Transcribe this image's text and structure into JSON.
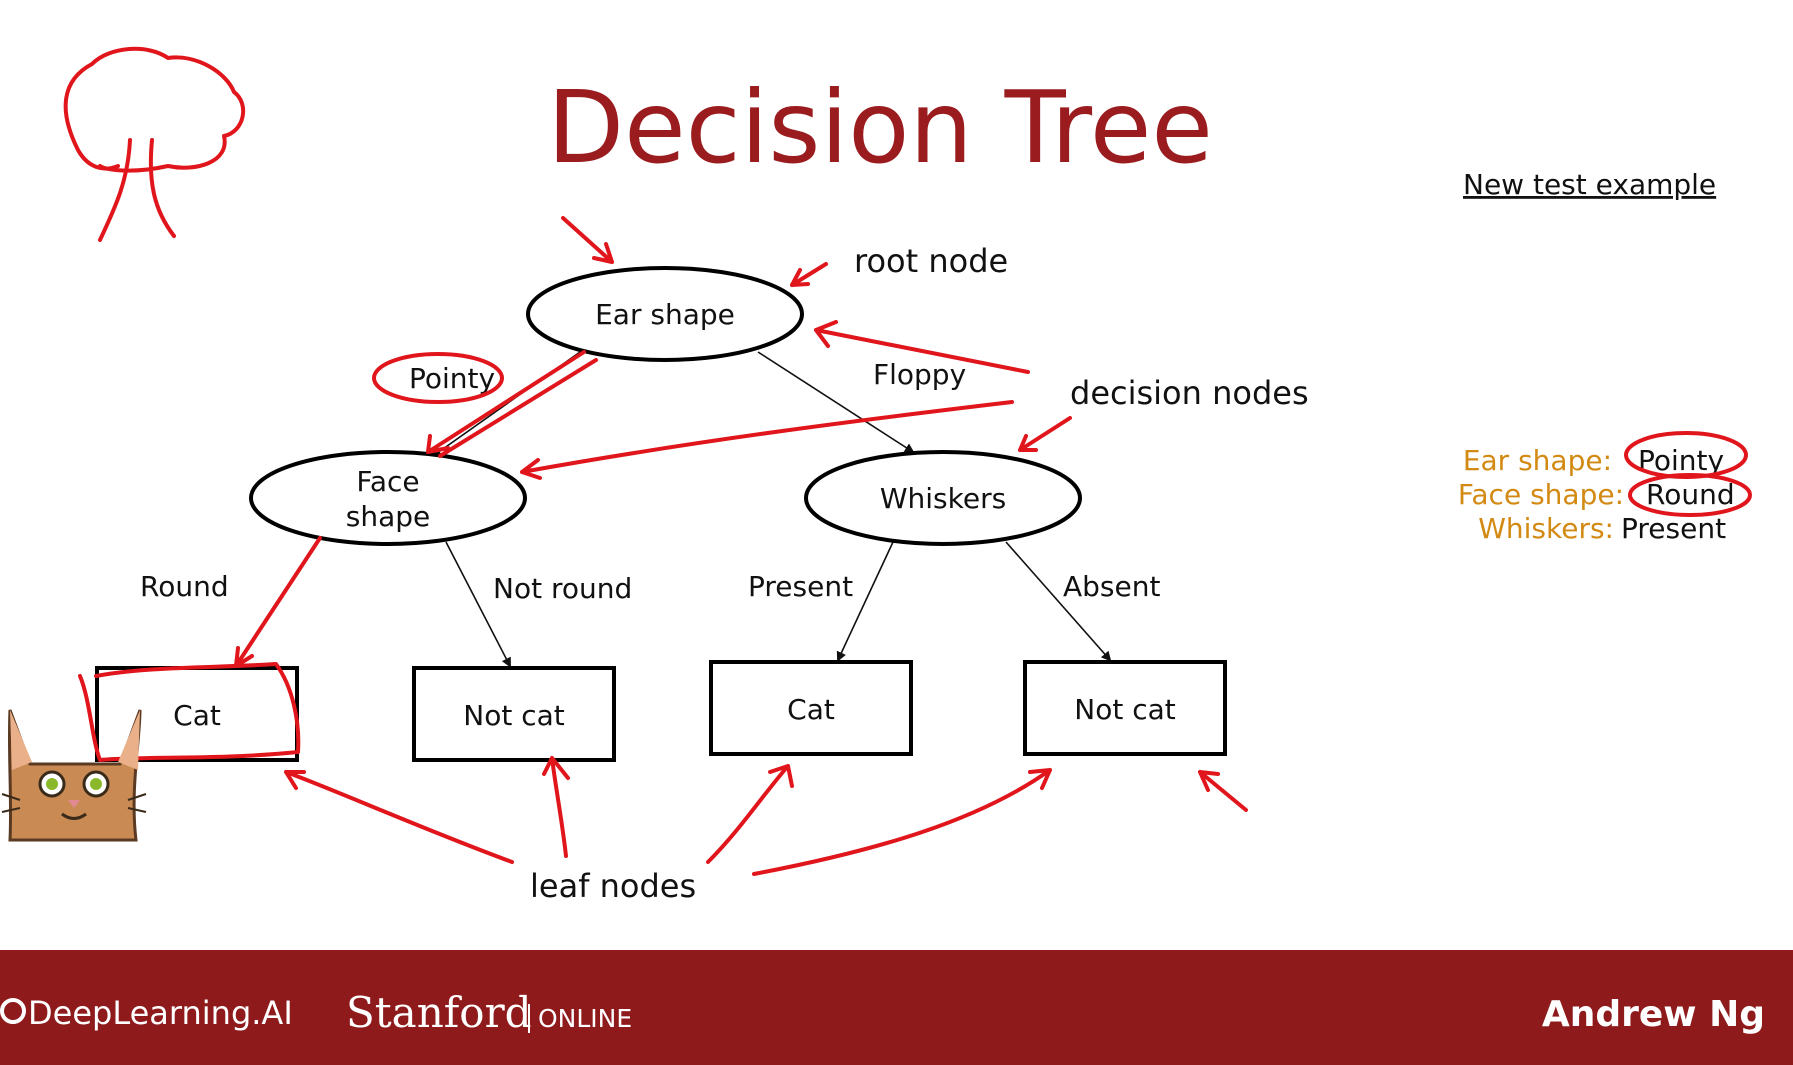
{
  "slide": {
    "title": "Decision Tree"
  },
  "tree": {
    "root": {
      "label": "Ear shape"
    },
    "decision_left": {
      "line1": "Face",
      "line2": "shape"
    },
    "decision_right": {
      "label": "Whiskers"
    },
    "edges": {
      "root_left": "Pointy",
      "root_right": "Floppy",
      "left_left": "Round",
      "left_right": "Not round",
      "right_left": "Present",
      "right_right": "Absent"
    },
    "leaves": [
      "Cat",
      "Not cat",
      "Cat",
      "Not cat"
    ]
  },
  "annotations": {
    "root_node": "root node",
    "decision_nodes": "decision nodes",
    "leaf_nodes": "leaf nodes"
  },
  "test_example": {
    "heading": "New test example",
    "features": [
      {
        "key": "Ear shape:",
        "value": "Pointy"
      },
      {
        "key": "Face shape:",
        "value": "Round"
      },
      {
        "key": "Whiskers:",
        "value": "Present"
      }
    ]
  },
  "footer": {
    "deeplearning": "DeepLearning.AI",
    "stanford": "Stanford",
    "online": "ONLINE",
    "author": "Andrew Ng"
  },
  "colors": {
    "title": "#9b1c1f",
    "footer": "#8e1a1c",
    "ink": "#e0161c",
    "feature_key": "#d38a12"
  }
}
